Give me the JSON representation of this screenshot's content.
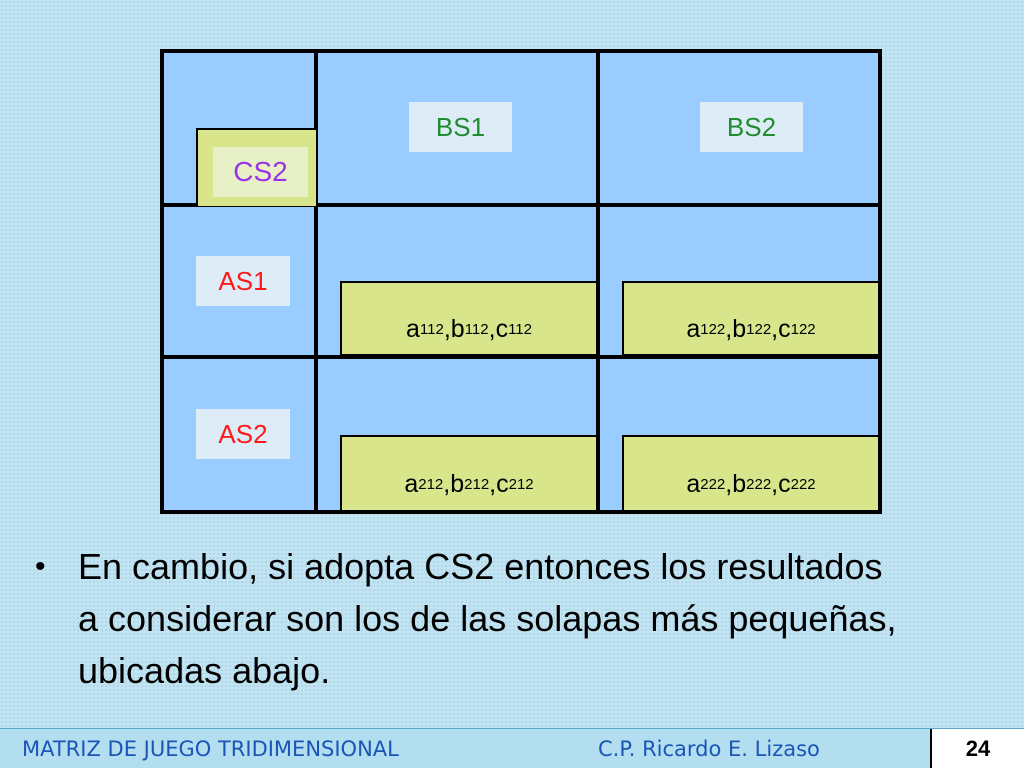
{
  "matrix": {
    "column_headers": [
      "BS1",
      "BS2"
    ],
    "row_headers": [
      "AS1",
      "AS2"
    ],
    "depth_label": "CS2",
    "cells": [
      [
        {
          "a": "a",
          "b": "b",
          "c": "c",
          "sub": "112"
        },
        {
          "a": "a",
          "b": "b",
          "c": "c",
          "sub": "122"
        }
      ],
      [
        {
          "a": "a",
          "b": "b",
          "c": "c",
          "sub": "212"
        },
        {
          "a": "a",
          "b": "b",
          "c": "c",
          "sub": "222"
        }
      ]
    ],
    "separator": ", "
  },
  "bullet": {
    "marker": "•",
    "text": "En cambio, si adopta CS2 entonces los resultados a considerar son los de las solapas más pequeñas, ubicadas abajo."
  },
  "footer": {
    "title": "MATRIZ DE JUEGO TRIDIMENSIONAL",
    "author": "C.P. Ricardo E. Lizaso",
    "page": "24"
  },
  "colors": {
    "background": "#c2e4f2",
    "cell_blue": "#99ccff",
    "flap_green": "#d9e58a",
    "green_label": "#1f8c2e",
    "red_label": "#ff1a1a",
    "purple_label": "#9a33e6",
    "footer_text": "#1a55b8"
  }
}
